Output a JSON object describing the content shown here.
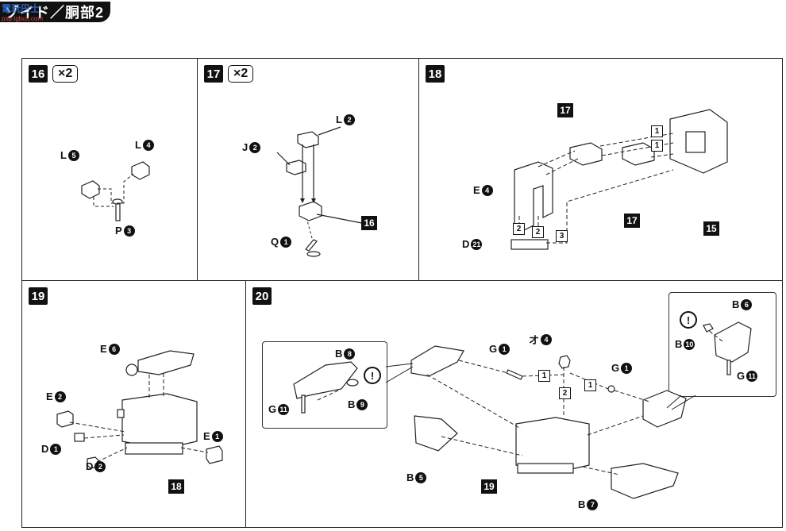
{
  "header": {
    "title": "ゾイド／胴部2",
    "watermark": "電玩巴士",
    "watermark_sub": "psp.tgbus.com"
  },
  "panels": {
    "p16": {
      "step": "16",
      "mult": "×2",
      "labels": {
        "l5": "L",
        "l5n": "5",
        "l4": "L",
        "l4n": "4",
        "p3": "P",
        "p3n": "3"
      }
    },
    "p17": {
      "step": "17",
      "mult": "×2",
      "labels": {
        "j2": "J",
        "j2n": "2",
        "l2": "L",
        "l2n": "2",
        "q1": "Q",
        "q1n": "1",
        "ref16": "16"
      }
    },
    "p18": {
      "step": "18",
      "labels": {
        "e4": "E",
        "e4n": "4",
        "d21": "D",
        "d21n": "21",
        "ref17a": "17",
        "ref17b": "17",
        "ref15": "15",
        "o1a": "1",
        "o1b": "1",
        "o2a": "2",
        "o2b": "2",
        "o3": "3"
      }
    },
    "p19": {
      "step": "19",
      "labels": {
        "e6": "E",
        "e6n": "6",
        "e2": "E",
        "e2n": "2",
        "d1": "D",
        "d1n": "1",
        "d2": "D",
        "d2n": "2",
        "e1": "E",
        "e1n": "1",
        "ref18": "18"
      }
    },
    "p20": {
      "step": "20",
      "labels": {
        "b8": "B",
        "b8n": "8",
        "b9": "B",
        "b9n": "9",
        "g11a": "G",
        "g11an": "11",
        "g1a": "G",
        "g1an": "1",
        "o4": "オ",
        "o4n": "4",
        "g1b": "G",
        "g1bn": "1",
        "b6": "B",
        "b6n": "6",
        "b10": "B",
        "b10n": "10",
        "g11b": "G",
        "g11bn": "11",
        "b5": "B",
        "b5n": "5",
        "b7": "B",
        "b7n": "7",
        "ref19": "19",
        "s1a": "1",
        "s1b": "1",
        "s2": "2",
        "excl": "!"
      }
    }
  }
}
